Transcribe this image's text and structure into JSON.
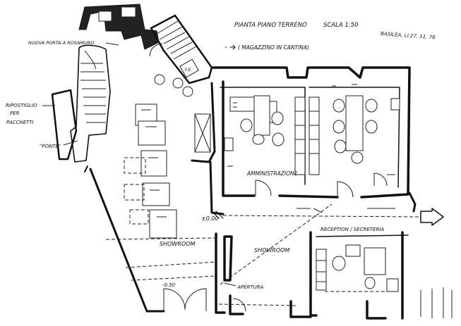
{
  "title": {
    "text": "PIANTA PIANO TERRENO",
    "scale": "SCALA 1:50",
    "signature": "BASILEA, LI 27. 11. 78"
  },
  "labels": {
    "new_door": "NUOVA PORTA A ROSAMURO",
    "storage_room": "RIPOSTIGLIO",
    "storage_for": "PER",
    "storage_parcels": "PACCHETTI",
    "bridge": "\"PONTE\"",
    "cellar_warehouse": "( MAGAZZINO IN CANTINA)",
    "administration": "AMMINISTRAZIONE",
    "showroom_large": "SHOWROOM",
    "showroom_small": "SHOWROOM",
    "reception": "RECEPTION / SECRETERIA",
    "opening": "APERTURA",
    "level_zero": "±0.00",
    "level_minus": "-0.50",
    "level_mark": "-"
  },
  "colors": {
    "ink": "#111111",
    "paper": "#ffffff"
  }
}
